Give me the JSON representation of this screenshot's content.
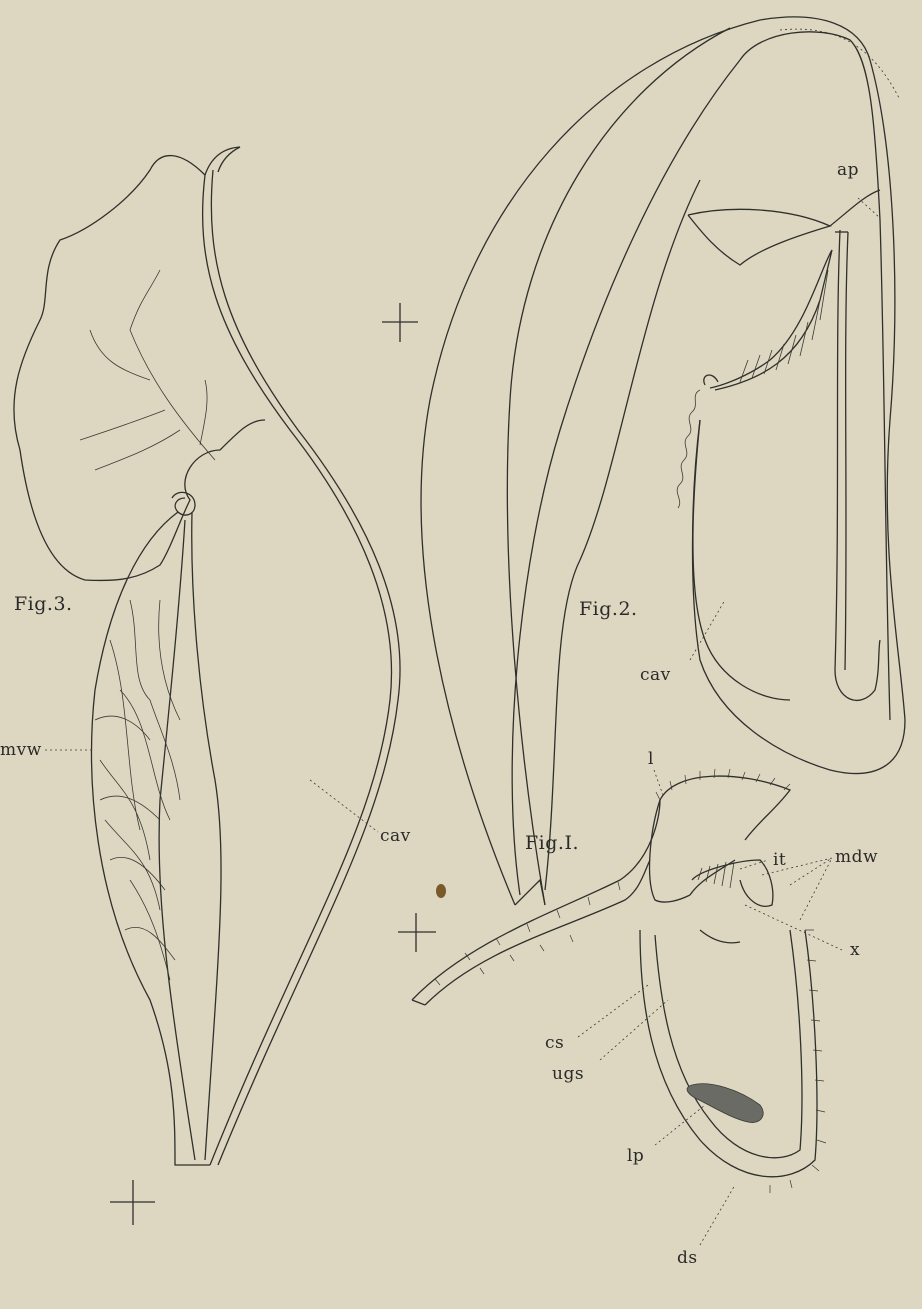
{
  "figures": {
    "fig1": "Fig.I.",
    "fig2": "Fig.2.",
    "fig3": "Fig.3."
  },
  "labels": {
    "ap": "ap",
    "cav_fig2": "cav",
    "cav_fig3": "cav",
    "mvw": "mvw",
    "l": "l",
    "it": "it",
    "mdw": "mdw",
    "x": "x",
    "cs": "cs",
    "ugs": "ugs",
    "lp": "lp",
    "ds": "ds"
  }
}
